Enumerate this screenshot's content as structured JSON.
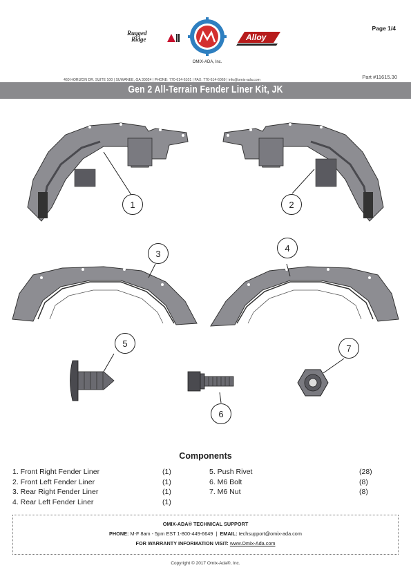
{
  "header": {
    "page": "Page 1/4",
    "brand_left_line1": "Rugged",
    "brand_left_line2": "Ridge",
    "brand_center": "OMIX-ADA, Inc.",
    "brand_right": "Alloy",
    "address": "460 HORIZON DR. SUITE 100  |  SUWANEE, GA 30024  |  PHONE: 770-614-6101  |  FAX: 770-614-6069  |  info@omix-ada.com",
    "part_number": "Part #11615.30"
  },
  "title": "Gen 2 All-Terrain Fender Liner Kit, JK",
  "callouts": [
    "1",
    "2",
    "3",
    "4",
    "5",
    "6",
    "7"
  ],
  "components": {
    "heading": "Components",
    "left": [
      {
        "label": "1. Front Right Fender Liner",
        "qty": "(1)"
      },
      {
        "label": "2. Front Left Fender Liner",
        "qty": "(1)"
      },
      {
        "label": "3. Rear Right Fender Liner",
        "qty": "(1)"
      },
      {
        "label": "4. Rear Left Fender Liner",
        "qty": "(1)"
      }
    ],
    "right": [
      {
        "label": "5. Push Rivet",
        "qty": "(28)"
      },
      {
        "label": "6. M6 Bolt",
        "qty": "(8)"
      },
      {
        "label": "7. M6 Nut",
        "qty": "(8)"
      }
    ]
  },
  "support": {
    "heading": "OMIX-ADA® TECHNICAL SUPPORT",
    "phone_label": "PHONE:",
    "phone_value": "M-F  8am - 5pm EST 1-800-449-6649",
    "separator": "|",
    "email_label": "EMAIL:",
    "email_value": "techsupport@omix-ada.com",
    "warranty_label": "FOR WARRANTY INFORMATION VISIT:",
    "warranty_link": "www.Omix-Ada.com"
  },
  "copyright": "Copyright © 2017 Omix-Ada®, Inc.",
  "colors": {
    "title_bar": "#8a8a8d",
    "part_fill": "#8d8d92",
    "part_dark": "#4a4a4f"
  }
}
